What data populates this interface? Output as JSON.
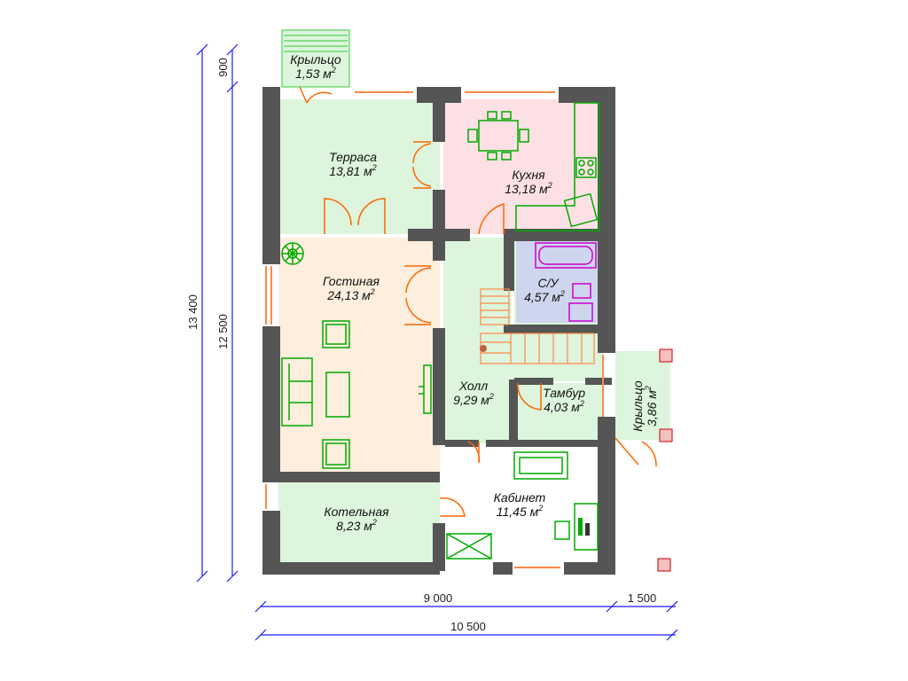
{
  "rooms": [
    {
      "id": "kryltso-top",
      "name": "Крыльцо",
      "area": "1,53 м",
      "sup": "2"
    },
    {
      "id": "terrasa",
      "name": "Терраса",
      "area": "13,81 м",
      "sup": "2"
    },
    {
      "id": "kukhnya",
      "name": "Кухня",
      "area": "13,18 м",
      "sup": "2"
    },
    {
      "id": "gostinaya",
      "name": "Гостиная",
      "area": "24,13 м",
      "sup": "2"
    },
    {
      "id": "su",
      "name": "С/У",
      "area": "4,57 м",
      "sup": "2"
    },
    {
      "id": "kholl",
      "name": "Холл",
      "area": "9,29 м",
      "sup": "2"
    },
    {
      "id": "tambur",
      "name": "Тамбур",
      "area": "4,03 м",
      "sup": "2"
    },
    {
      "id": "kryltso-right",
      "name": "Крыльцо",
      "area": "3,86 м",
      "sup": "2"
    },
    {
      "id": "kabinet",
      "name": "Кабинет",
      "area": "11,45 м",
      "sup": "2"
    },
    {
      "id": "kotelnaya",
      "name": "Котельная",
      "area": "8,23 м",
      "sup": "2"
    }
  ],
  "dimensions": {
    "left_total": "13 400",
    "left_main": "12 500",
    "left_top": "900",
    "bottom_main": "9 000",
    "bottom_extra": "1 500",
    "bottom_total": "10 500"
  },
  "colors": {
    "wall": "#555555",
    "green_floor": "#dcf5dc",
    "pink_floor": "#fde0e4",
    "peach_floor": "#fdeedd",
    "dim_line": "#1a1aff",
    "furniture": "#00aa00",
    "door": "#ff6600"
  }
}
